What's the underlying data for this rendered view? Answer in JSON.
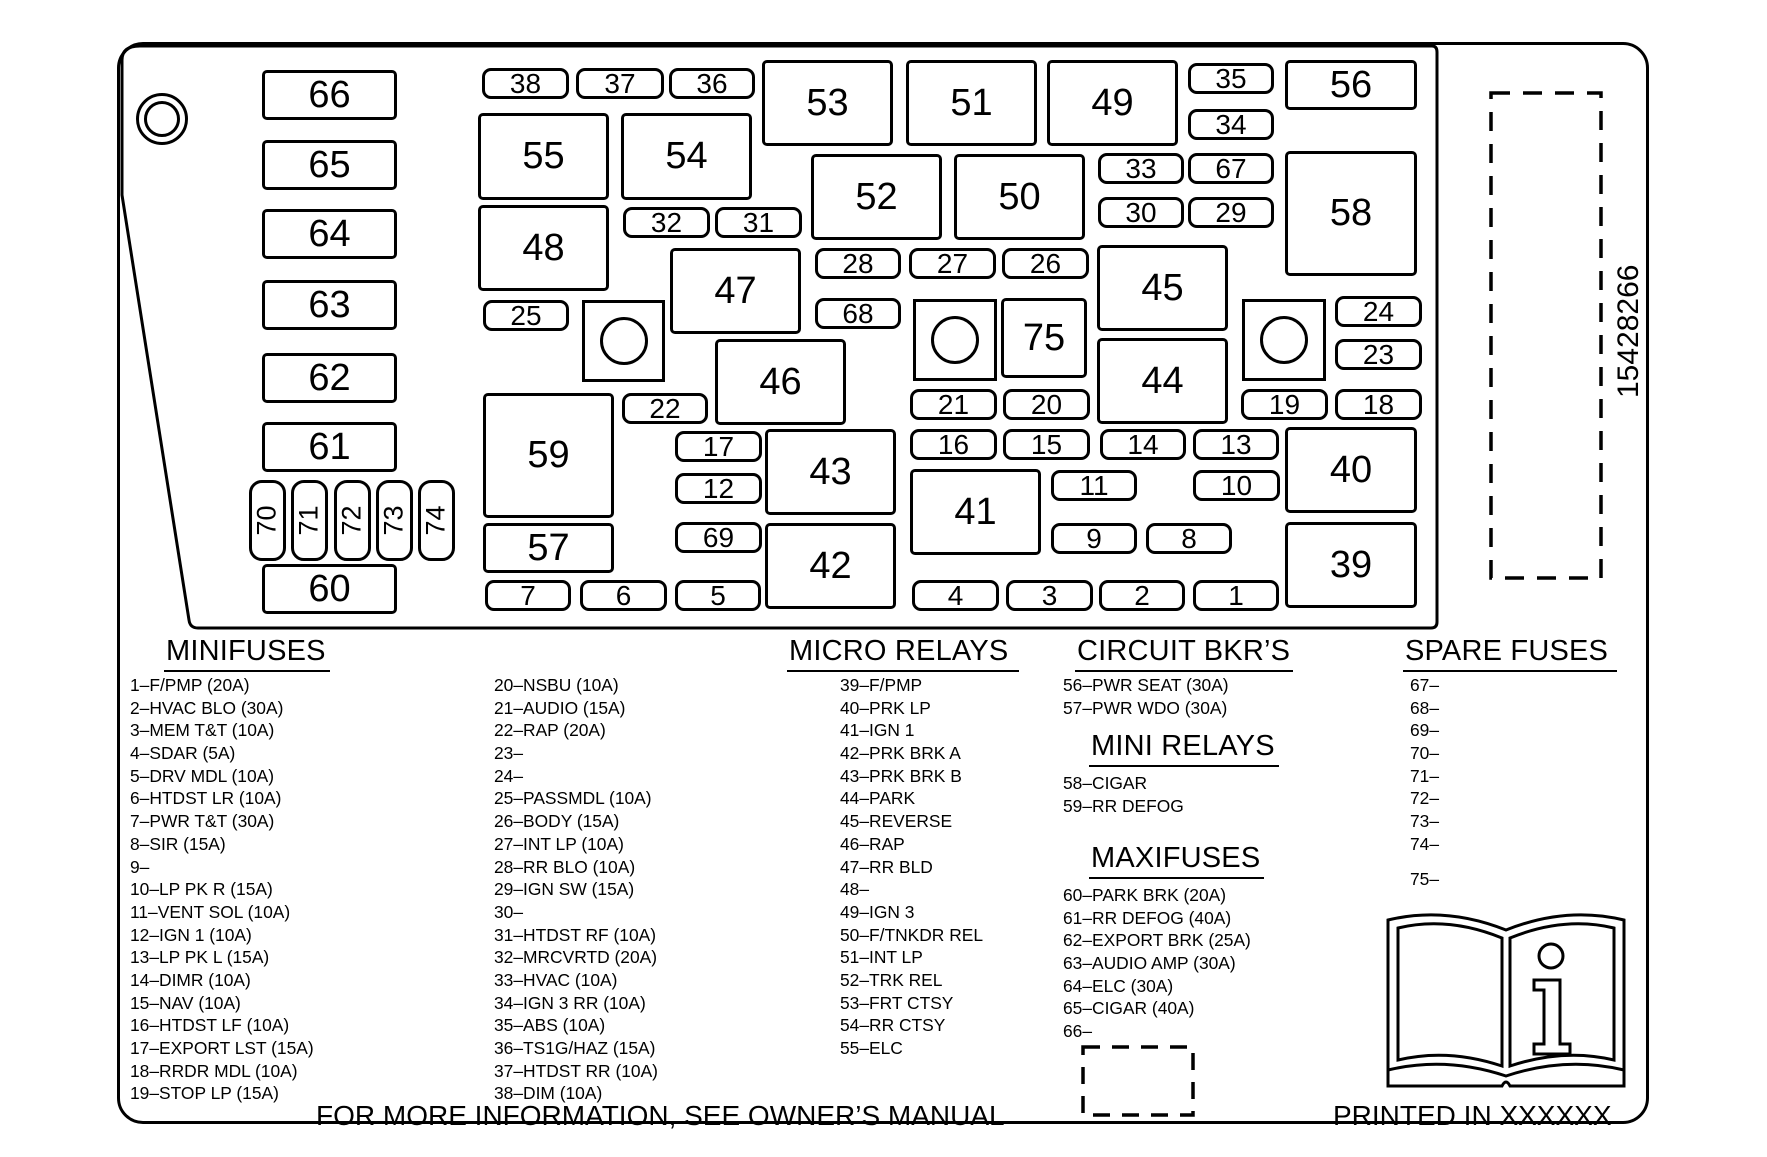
{
  "part_number": "15428266",
  "fuse_block": {
    "small": [
      {
        "label": "38"
      },
      {
        "label": "37"
      },
      {
        "label": "36"
      },
      {
        "label": "35"
      },
      {
        "label": "34"
      },
      {
        "label": "33"
      },
      {
        "label": "67"
      },
      {
        "label": "30"
      },
      {
        "label": "29"
      },
      {
        "label": "32"
      },
      {
        "label": "31"
      },
      {
        "label": "28"
      },
      {
        "label": "27"
      },
      {
        "label": "26"
      },
      {
        "label": "25"
      },
      {
        "label": "68"
      },
      {
        "label": "24"
      },
      {
        "label": "23"
      },
      {
        "label": "22"
      },
      {
        "label": "21"
      },
      {
        "label": "20"
      },
      {
        "label": "19"
      },
      {
        "label": "18"
      },
      {
        "label": "17"
      },
      {
        "label": "16"
      },
      {
        "label": "15"
      },
      {
        "label": "14"
      },
      {
        "label": "13"
      },
      {
        "label": "12"
      },
      {
        "label": "11"
      },
      {
        "label": "10"
      },
      {
        "label": "69"
      },
      {
        "label": "9"
      },
      {
        "label": "8"
      },
      {
        "label": "7"
      },
      {
        "label": "6"
      },
      {
        "label": "5"
      },
      {
        "label": "4"
      },
      {
        "label": "3"
      },
      {
        "label": "2"
      },
      {
        "label": "1"
      }
    ],
    "large": [
      {
        "label": "66"
      },
      {
        "label": "65"
      },
      {
        "label": "64"
      },
      {
        "label": "63"
      },
      {
        "label": "62"
      },
      {
        "label": "61"
      },
      {
        "label": "60"
      },
      {
        "label": "53"
      },
      {
        "label": "51"
      },
      {
        "label": "49"
      },
      {
        "label": "56"
      },
      {
        "label": "55"
      },
      {
        "label": "54"
      },
      {
        "label": "52"
      },
      {
        "label": "50"
      },
      {
        "label": "58"
      },
      {
        "label": "48"
      },
      {
        "label": "47"
      },
      {
        "label": "45"
      },
      {
        "label": "75"
      },
      {
        "label": "46"
      },
      {
        "label": "44"
      },
      {
        "label": "59"
      },
      {
        "label": "43"
      },
      {
        "label": "40"
      },
      {
        "label": "41"
      },
      {
        "label": "57"
      },
      {
        "label": "42"
      },
      {
        "label": "39"
      }
    ],
    "vertical": [
      {
        "label": "70"
      },
      {
        "label": "71"
      },
      {
        "label": "72"
      },
      {
        "label": "73"
      },
      {
        "label": "74"
      }
    ]
  },
  "sections": {
    "minifuses": {
      "title": "MINIFUSES",
      "col1": [
        "1–F/PMP (20A)",
        "2–HVAC BLO (30A)",
        "3–MEM T&T (10A)",
        "4–SDAR (5A)",
        "5–DRV MDL (10A)",
        "6–HTDST LR (10A)",
        "7–PWR T&T (30A)",
        "8–SIR (15A)",
        "9–",
        "10–LP PK R (15A)",
        "11–VENT SOL (10A)",
        "12–IGN 1 (10A)",
        "13–LP PK L (15A)",
        "14–DIMR (10A)",
        "15–NAV (10A)",
        "16–HTDST LF (10A)",
        "17–EXPORT LST (15A)",
        "18–RRDR MDL (10A)",
        "19–STOP LP (15A)"
      ],
      "col2": [
        "20–NSBU (10A)",
        "21–AUDIO (15A)",
        "22–RAP (20A)",
        "23–",
        "24–",
        "25–PASSMDL (10A)",
        "26–BODY (15A)",
        "27–INT LP (10A)",
        "28–RR BLO (10A)",
        "29–IGN SW (15A)",
        "30–",
        "31–HTDST RF (10A)",
        "32–MRCVRTD (20A)",
        "33–HVAC (10A)",
        "34–IGN 3 RR (10A)",
        "35–ABS (10A)",
        "36–TS1G/HAZ (15A)",
        "37–HTDST RR (10A)",
        "38–DIM (10A)"
      ]
    },
    "micro_relays": {
      "title": "MICRO RELAYS",
      "items": [
        "39–F/PMP",
        "40–PRK LP",
        "41–IGN 1",
        "42–PRK BRK A",
        "43–PRK BRK B",
        "44–PARK",
        "45–REVERSE",
        "46–RAP",
        "47–RR BLD",
        "48–",
        "49–IGN 3",
        "50–F/TNKDR REL",
        "51–INT LP",
        "52–TRK REL",
        "53–FRT CTSY",
        "54–RR CTSY",
        "55–ELC"
      ]
    },
    "circuit_bkrs": {
      "title": "CIRCUIT BKR’S",
      "items": [
        "56–PWR SEAT (30A)",
        "57–PWR WDO (30A)"
      ]
    },
    "mini_relays": {
      "title": "MINI RELAYS",
      "items": [
        "58–CIGAR",
        "59–RR DEFOG"
      ]
    },
    "maxifuses": {
      "title": "MAXIFUSES",
      "items": [
        "60–PARK BRK (20A)",
        "61–RR DEFOG (40A)",
        "62–EXPORT BRK (25A)",
        "63–AUDIO AMP (30A)",
        "64–ELC (30A)",
        "65–CIGAR (40A)",
        "66–"
      ]
    },
    "spare_fuses": {
      "title": "SPARE FUSES",
      "items": [
        "67–",
        "68–",
        "69–",
        "70–",
        "71–",
        "72–",
        "73–",
        "74–"
      ],
      "last": "75–"
    }
  },
  "footer": {
    "left": "FOR MORE INFORMATION, SEE OWNER’S MANUAL",
    "right": "PRINTED IN XXXXXX"
  },
  "icons": [
    "mounting-hole-icon",
    "owners-manual-icon"
  ]
}
